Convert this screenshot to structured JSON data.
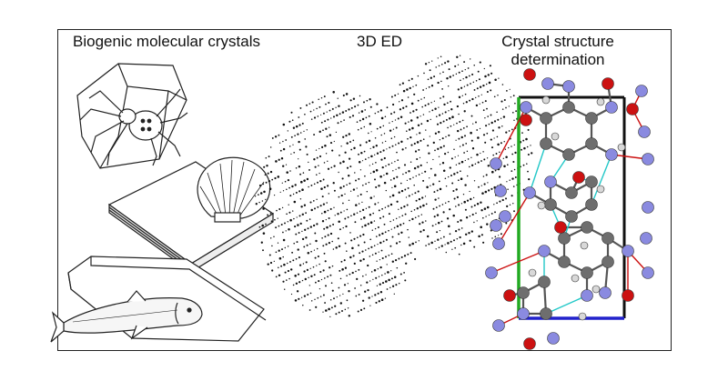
{
  "panels": {
    "left_title": "Biogenic molecular crystals",
    "middle_title": "3D ED",
    "right_title_line1": "Crystal structure",
    "right_title_line2": "determination"
  },
  "illustrations": {
    "left": [
      "spider-icon",
      "scallop-shell-icon",
      "fish-icon",
      "crystal-plate-icon"
    ],
    "middle": [
      "electron-diffraction-pattern-icon"
    ],
    "right": [
      "molecular-structure-icon",
      "unit-cell-icon"
    ]
  },
  "colors": {
    "outline": "#222222",
    "carbon": "#6e6e6e",
    "nitrogen": "#8a8ae0",
    "oxygen": "#cc1111",
    "hydrogen": "#d8d8d8",
    "hbond": "#22c8c8",
    "axis_green": "#22aa22",
    "axis_blue": "#2222cc"
  }
}
